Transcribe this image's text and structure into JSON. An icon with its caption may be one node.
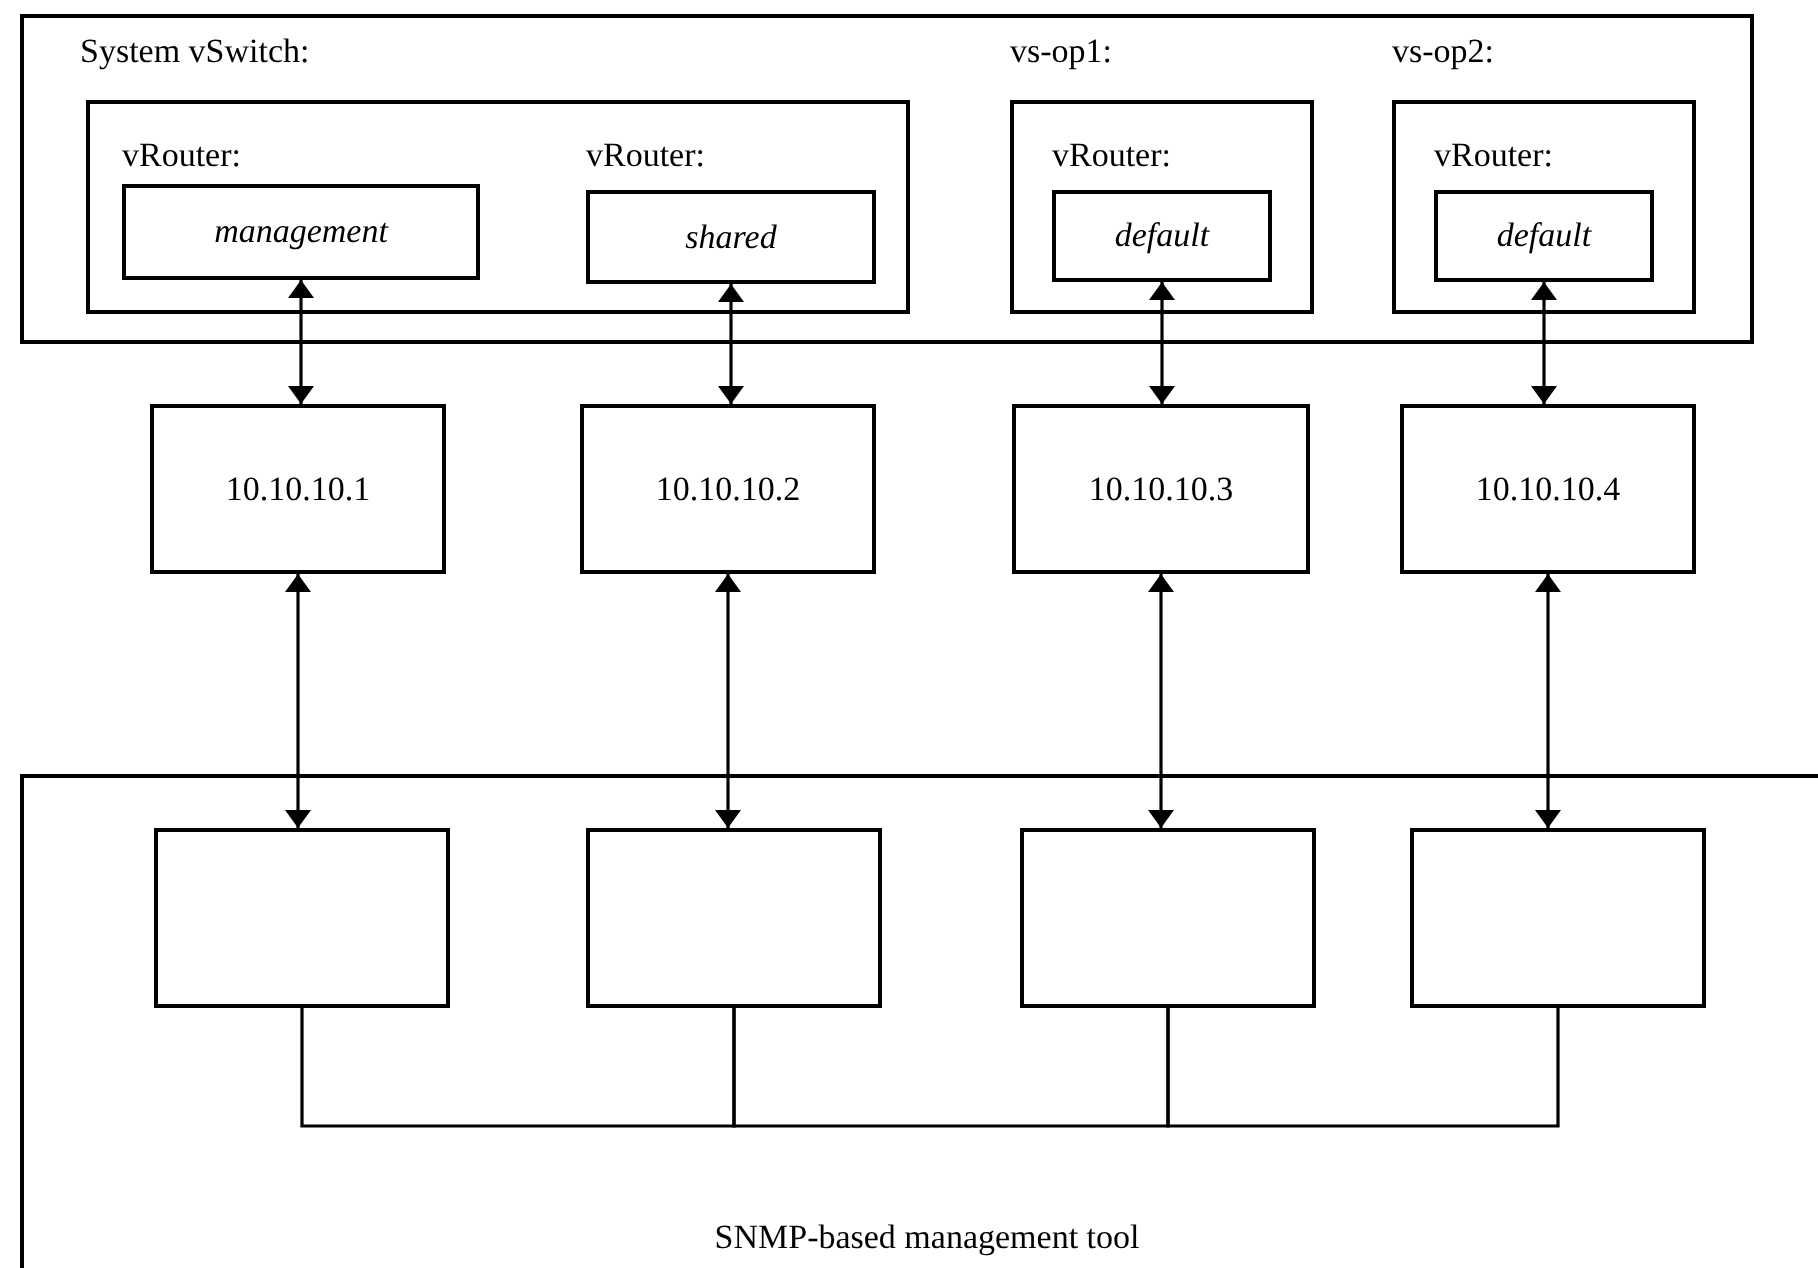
{
  "diagram": {
    "nodes": [
      {
        "text": [],
        "shape": "box"
      },
      {
        "text": [
          "System vSwitch:"
        ],
        "in": 0
      },
      {
        "text": [
          "vRouter:",
          "management"
        ],
        "in": 1
      },
      {
        "text": [
          "vRouter:",
          "shared"
        ],
        "in": 1
      },
      {
        "text": [
          "vs-op1:"
        ],
        "in": 0
      },
      {
        "text": [
          "vRouter:",
          "default"
        ],
        "in": 4
      },
      {
        "text": [
          "vs-op2:"
        ],
        "in": 0
      },
      {
        "text": [
          "vRouter:",
          "default"
        ],
        "in": 6
      },
      {
        "text": [
          "10.10.10.1"
        ]
      },
      {
        "text": [
          "10.10.10.2"
        ]
      },
      {
        "text": [
          "10.10.10.3"
        ]
      },
      {
        "text": [
          "10.10.10.4"
        ]
      },
      {
        "text": [
          "SNMP-based management tool"
        ]
      },
      {
        "text": [],
        "shape": "box",
        "in": 12
      },
      {
        "text": [],
        "shape": "box",
        "in": 12
      },
      {
        "text": [],
        "shape": "box",
        "in": 12
      },
      {
        "text": [],
        "shape": "box",
        "in": 12
      }
    ],
    "edges": [
      {
        "from": 2,
        "to": 8,
        "arrow": "both"
      },
      {
        "from": 3,
        "to": 9,
        "arrow": "both"
      },
      {
        "from": 5,
        "to": 10,
        "arrow": "both"
      },
      {
        "from": 7,
        "to": 11,
        "arrow": "both"
      },
      {
        "from": 8,
        "to": 13,
        "arrow": "both"
      },
      {
        "from": 9,
        "to": 14,
        "arrow": "both"
      },
      {
        "from": 10,
        "to": 15,
        "arrow": "both"
      },
      {
        "from": 11,
        "to": 16,
        "arrow": "both"
      },
      {
        "from": 13,
        "to": 14,
        "arrow": "none"
      },
      {
        "from": 14,
        "to": 15,
        "arrow": "none"
      },
      {
        "from": 15,
        "to": 16,
        "arrow": "none"
      }
    ]
  }
}
